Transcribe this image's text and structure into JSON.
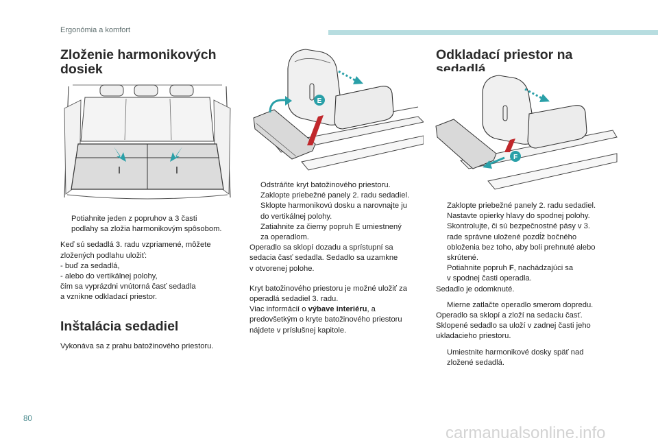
{
  "header": {
    "section": "Ergonómia a komfort"
  },
  "col1": {
    "title_line1": "Zloženie harmonikových",
    "title_line2": "dosiek",
    "bullet1_line1": "Potiahnite jeden z popruhov a 3 časti",
    "bullet1_line2": "podlahy sa zložia harmonikovým spôsobom.",
    "p1": "Keď sú sedadlá 3. radu vzpriamené, môžete",
    "p2": "zložených podlahu uložiť:",
    "p3": "-   buď za sedadlá,",
    "p4": "-   alebo do vertikálnej polohy,",
    "p5": "čím sa vyprázdni vnútorná časť sedadla",
    "p6": "a vznikne odkladací priestor.",
    "title2": "Inštalácia sedadiel",
    "p7": "Vykonáva sa z prahu batožinového priestoru."
  },
  "col2": {
    "label_e": "E",
    "b1": "Odstráňte kryt batožinového priestoru.",
    "b2": "Zaklopte priebežné panely 2. radu sedadiel.",
    "b3_line1": "Sklopte harmonikovú dosku a narovnajte ju",
    "b3_line2": "do vertikálnej polohy.",
    "b4_line1": "Zatiahnite za čierny popruh E umiestnený",
    "b4_line2": "za operadlom.",
    "p1": "Operadlo sa sklopí dozadu a sprístupní sa",
    "p2": "sedacia časť sedadla. Sedadlo sa uzamkne",
    "p3": "v otvorenej polohe.",
    "p4": "Kryt batožinového priestoru je možné uložiť za",
    "p5": "operadlá sedadiel 3. radu.",
    "p6_pre": "Viac informácií o ",
    "p6_bold": "výbave interiéru",
    "p6_post": ", a",
    "p7": "predovšetkým o kryte batožinového priestoru",
    "p8": "nájdete v príslušnej kapitole."
  },
  "col3": {
    "title_line1": "Odkladací priestor na",
    "title_line2": "sedadlá",
    "label_f": "F",
    "b1": "Zaklopte priebežné panely 2. radu sedadiel.",
    "b2": "Nastavte opierky hlavy do spodnej polohy.",
    "b3_line1": "Skontrolujte, či sú bezpečnostné pásy v 3.",
    "b3_line2": "rade správne uložené pozdĺž bočného",
    "b3_line3": "obloženia bez toho, aby boli prehnuté alebo",
    "b3_line4": "skrútené.",
    "b4_pre": "Potiahnite popruh ",
    "b4_bold": "F",
    "b4_post": ", nachádzajúci sa",
    "b4_line2": "v spodnej časti operadla.",
    "p1": "Sedadlo je odomknuté.",
    "b5": "Mierne zatlačte operadlo smerom dopredu.",
    "p2": "Operadlo sa sklopí a zloží na sedaciu časť.",
    "p3": "Sklopené sedadlo sa uloží v zadnej časti jeho",
    "p4": "ukladacieho priestoru.",
    "b6_line1": "Umiestnite harmonikové dosky späť nad",
    "b6_line2": "zložené sedadlá."
  },
  "bullet_marker": "",
  "footer": {
    "page_number": "80",
    "watermark": "carmanualsonline.info"
  },
  "colors": {
    "accent": "#b7dde0",
    "teal_text": "#4a8b8e",
    "strap_red": "#c0282c",
    "arrow_teal": "#2aa0a8"
  }
}
